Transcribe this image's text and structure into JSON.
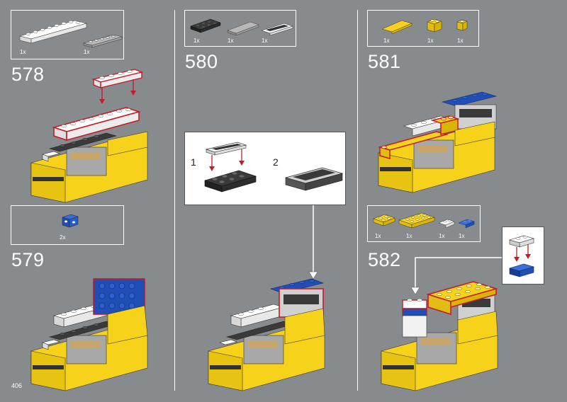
{
  "page_number": "406",
  "steps": [
    {
      "number": "578",
      "parts": [
        {
          "qty": "1x"
        },
        {
          "qty": "1x"
        }
      ]
    },
    {
      "number": "579",
      "parts": [
        {
          "qty": "2x"
        }
      ]
    },
    {
      "number": "580",
      "parts": [
        {
          "qty": "1x"
        },
        {
          "qty": "1x"
        },
        {
          "qty": "1x"
        }
      ],
      "callout": {
        "sub1": "1",
        "sub2": "2"
      }
    },
    {
      "number": "581",
      "parts": [
        {
          "qty": "1x"
        },
        {
          "qty": "1x"
        },
        {
          "qty": "1x"
        }
      ]
    },
    {
      "number": "582",
      "parts": [
        {
          "qty": "1x"
        },
        {
          "qty": "1x"
        },
        {
          "qty": "1x"
        },
        {
          "qty": "1x"
        }
      ]
    }
  ],
  "colors": {
    "background": "#888b8d",
    "yellow": "#f6d21a",
    "yellow_dark": "#d9b400",
    "blue": "#1f4fb5",
    "white": "#f2f2f2",
    "dark_gray": "#3a3a3a",
    "light_gray": "#a8a8a8",
    "tan": "#c8a56a",
    "highlight_red": "#c21c2a"
  }
}
